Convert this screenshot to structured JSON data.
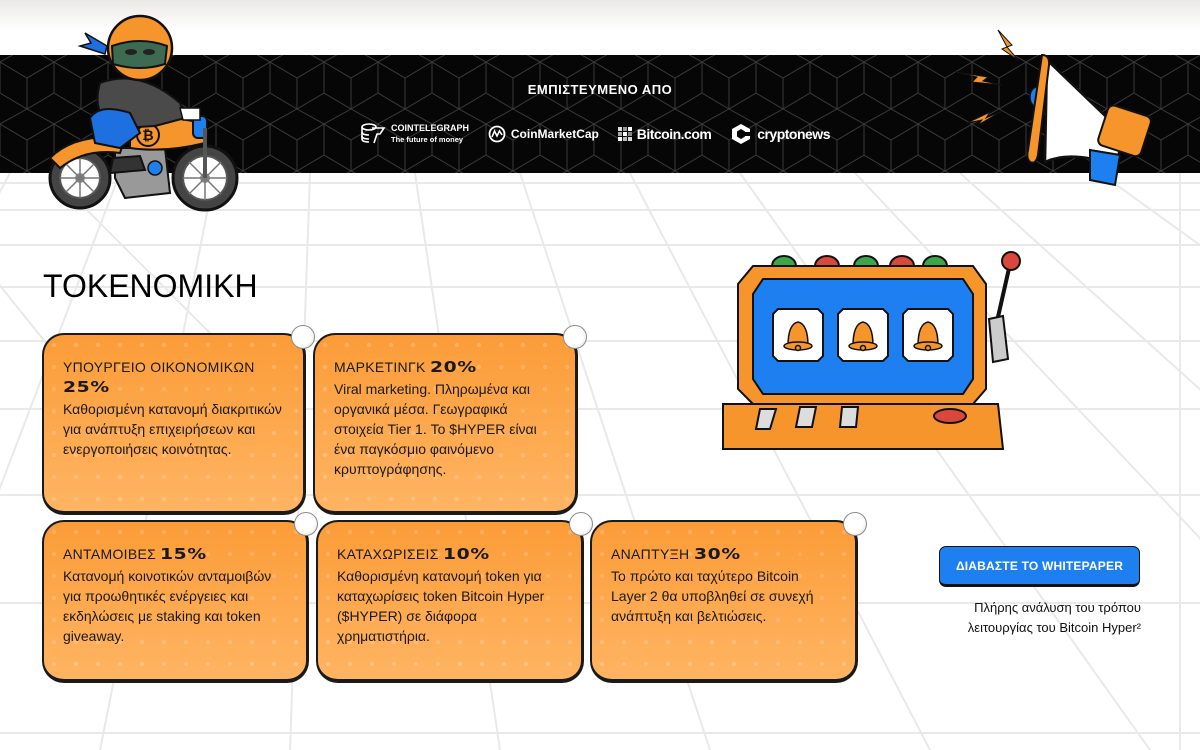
{
  "trusted_by": {
    "title": "ΕΜΠΙΣΤΕΥΜΕΝΟ ΑΠΟ",
    "logos": [
      {
        "name": "COINTELEGRAPH",
        "tagline": "The future of money",
        "icon": "cointelegraph-logo-icon"
      },
      {
        "name": "CoinMarketCap",
        "icon": "coinmarketcap-logo-icon"
      },
      {
        "name": "Bitcoin.com",
        "icon": "bitcoin-com-logo-icon"
      },
      {
        "name": "cryptonews",
        "icon": "cryptonews-logo-icon"
      }
    ]
  },
  "tokenomics": {
    "title": "TOKENOMIKH",
    "cards": [
      {
        "label": "ΥΠΟΥΡΓΕΙΟ ΟΙΚΟΝΟΜΙΚΩΝ",
        "percent": "25%",
        "description": "Καθορισμένη κατανομή διακριτικών για ανάπτυξη επιχειρήσεων και ενεργοποιήσεις κοινότητας."
      },
      {
        "label": "ΜΑΡΚΕΤΙΝΓΚ",
        "percent": "20%",
        "description": "Viral marketing. Πληρωμένα και οργανικά μέσα. Γεωγραφικά στοιχεία Tier 1. Το $HYPER είναι ένα παγκόσμιο φαινόμενο κρυπτογράφησης."
      },
      {
        "label": "ΑΝΤΑΜΟΙΒΕΣ",
        "percent": "15%",
        "description": "Κατανομή κοινοτικών ανταμοιβών για προωθητικές ενέργειες και εκδηλώσεις με staking και token giveaway."
      },
      {
        "label": "ΚΑΤΑΧΩΡΙΣΕΙΣ",
        "percent": "10%",
        "description": "Καθορισμένη κατανομή token για καταχωρίσεις token Bitcoin Hyper ($HYPER) σε διάφορα χρηματιστήρια."
      },
      {
        "label": "ΑΝΑΠΤΥΞΗ",
        "percent": "30%",
        "description": "Το πρώτο και ταχύτερο Bitcoin Layer 2 θα υποβληθεί σε συνεχή ανάπτυξη και βελτιώσεις."
      }
    ]
  },
  "whitepaper": {
    "button_label": "ΔΙΑΒΑΣΤΕ ΤΟ WHITEPAPER",
    "note": "Πλήρης ανάλυση του τρόπου λειτουργίας του Bitcoin Hyper²"
  },
  "illustrations": {
    "rider": "pepe-bitcoin-motorcycle-rider",
    "megaphone": "megaphone-with-lightning",
    "slot_machine": "slot-machine-three-bells"
  },
  "colors": {
    "card_orange": "#fb9c38",
    "accent_blue": "#1e7ff0",
    "band_black": "#060606"
  }
}
